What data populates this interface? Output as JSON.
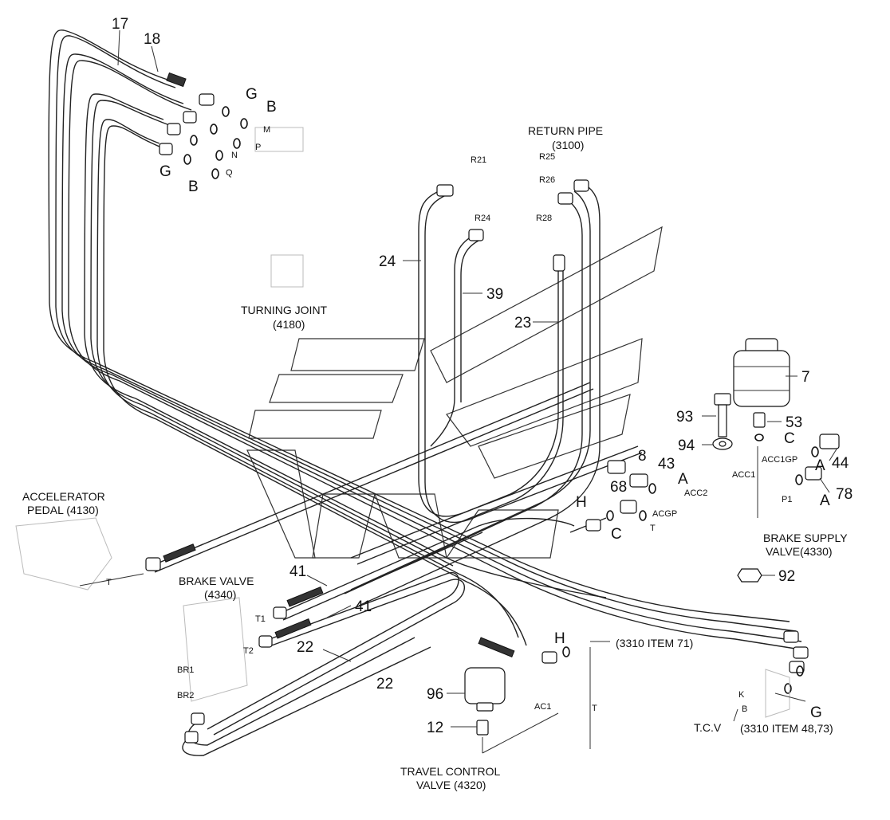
{
  "items": {
    "i17": "17",
    "i18": "18",
    "i24": "24",
    "i39": "39",
    "i23": "23",
    "i7": "7",
    "i93": "93",
    "i53": "53",
    "i94": "94",
    "i8": "8",
    "i43": "43",
    "i44": "44",
    "i78": "78",
    "i68": "68",
    "i92": "92",
    "i41a": "41",
    "i41b": "41",
    "i22a": "22",
    "i22b": "22",
    "i96": "96",
    "i12": "12"
  },
  "letters": {
    "g1": "G",
    "b1": "B",
    "g2": "G",
    "b2": "B",
    "cA1": "A",
    "cA2": "A",
    "cA3": "A",
    "cC1": "C",
    "cC2": "C",
    "cH1": "H",
    "cH2": "H",
    "g3": "G"
  },
  "ports": {
    "m": "M",
    "n": "N",
    "p": "P",
    "q": "Q",
    "r21": "R21",
    "r25": "R25",
    "r26": "R26",
    "r24": "R24",
    "r28": "R28",
    "acc1gp": "ACC1GP",
    "acc1": "ACC1",
    "acc2": "ACC2",
    "acgp": "ACGP",
    "p1": "P1",
    "t1": "T",
    "t2": "T",
    "t3": "T",
    "tone": "T1",
    "ttwo": "T2",
    "br1": "BR1",
    "br2": "BR2",
    "ac1": "AC1",
    "k": "K",
    "b": "B"
  },
  "titles": {
    "return_pipe": "RETURN PIPE",
    "return_pipe_no": "(3100)",
    "turning_joint": "TURNING JOINT",
    "turning_joint_no": "(4180)",
    "accel1": "ACCELERATOR",
    "accel2": "PEDAL (4130)",
    "brake_valve": "BRAKE VALVE",
    "brake_valve_no": "(4340)",
    "brake_supply1": "BRAKE SUPPLY",
    "brake_supply2": "VALVE(4330)",
    "item71": "(3310 ITEM 71)",
    "tcv": "T.C.V",
    "item4873": "(3310 ITEM 48,73)",
    "travel1": "TRAVEL CONTROL",
    "travel2": "VALVE (4320)"
  }
}
